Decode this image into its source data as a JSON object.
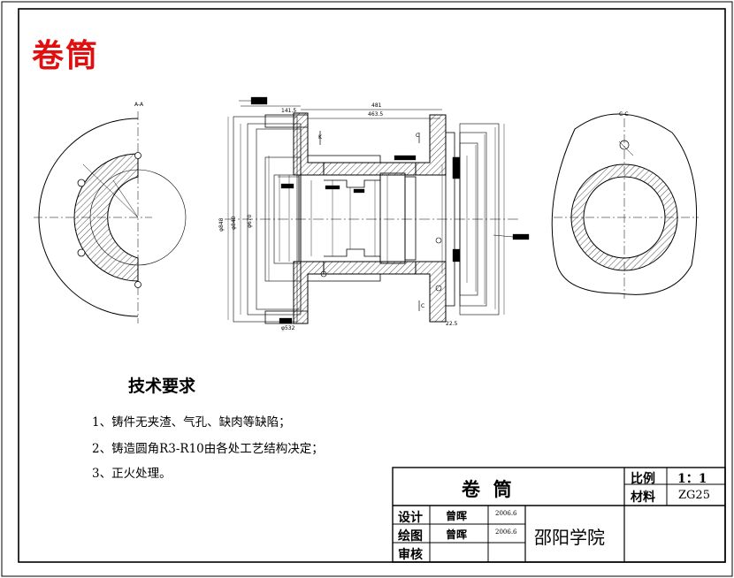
{
  "drawing": {
    "title": "卷筒",
    "view_labels": {
      "section_a": "A-A",
      "main": "",
      "section_c": "C-C"
    },
    "technical_requirements": {
      "heading": "技术要求",
      "items": [
        "1、铸件无夹渣、气孔、缺肉等缺陷；",
        "2、铸造圆角R3-R10由各处工艺结构决定；",
        "3、正火处理。"
      ]
    }
  },
  "title_block": {
    "name": "卷  筒",
    "scale_label": "比例",
    "scale_value": "1：1",
    "material_label": "材料",
    "material_value": "ZG25",
    "design_label": "设计",
    "designer": "曾晖",
    "design_date": "2006.6",
    "drawing_label": "绘图",
    "drafter": "曾晖",
    "drawing_date": "2006.6",
    "review_label": "审核",
    "school": "邵阳学院"
  },
  "dimensions": {
    "top_outer": "481",
    "top_inner": "463.5",
    "top_left": "141.5",
    "bottom_left": "φ532",
    "left_1": "φ848",
    "left_2": "φ840",
    "left_3": "φ670",
    "right_bottom": "22.5",
    "note_k": "K",
    "note_c": "C"
  },
  "colors": {
    "title": "#e01010",
    "line": "#000000",
    "hatch": "#000000"
  }
}
